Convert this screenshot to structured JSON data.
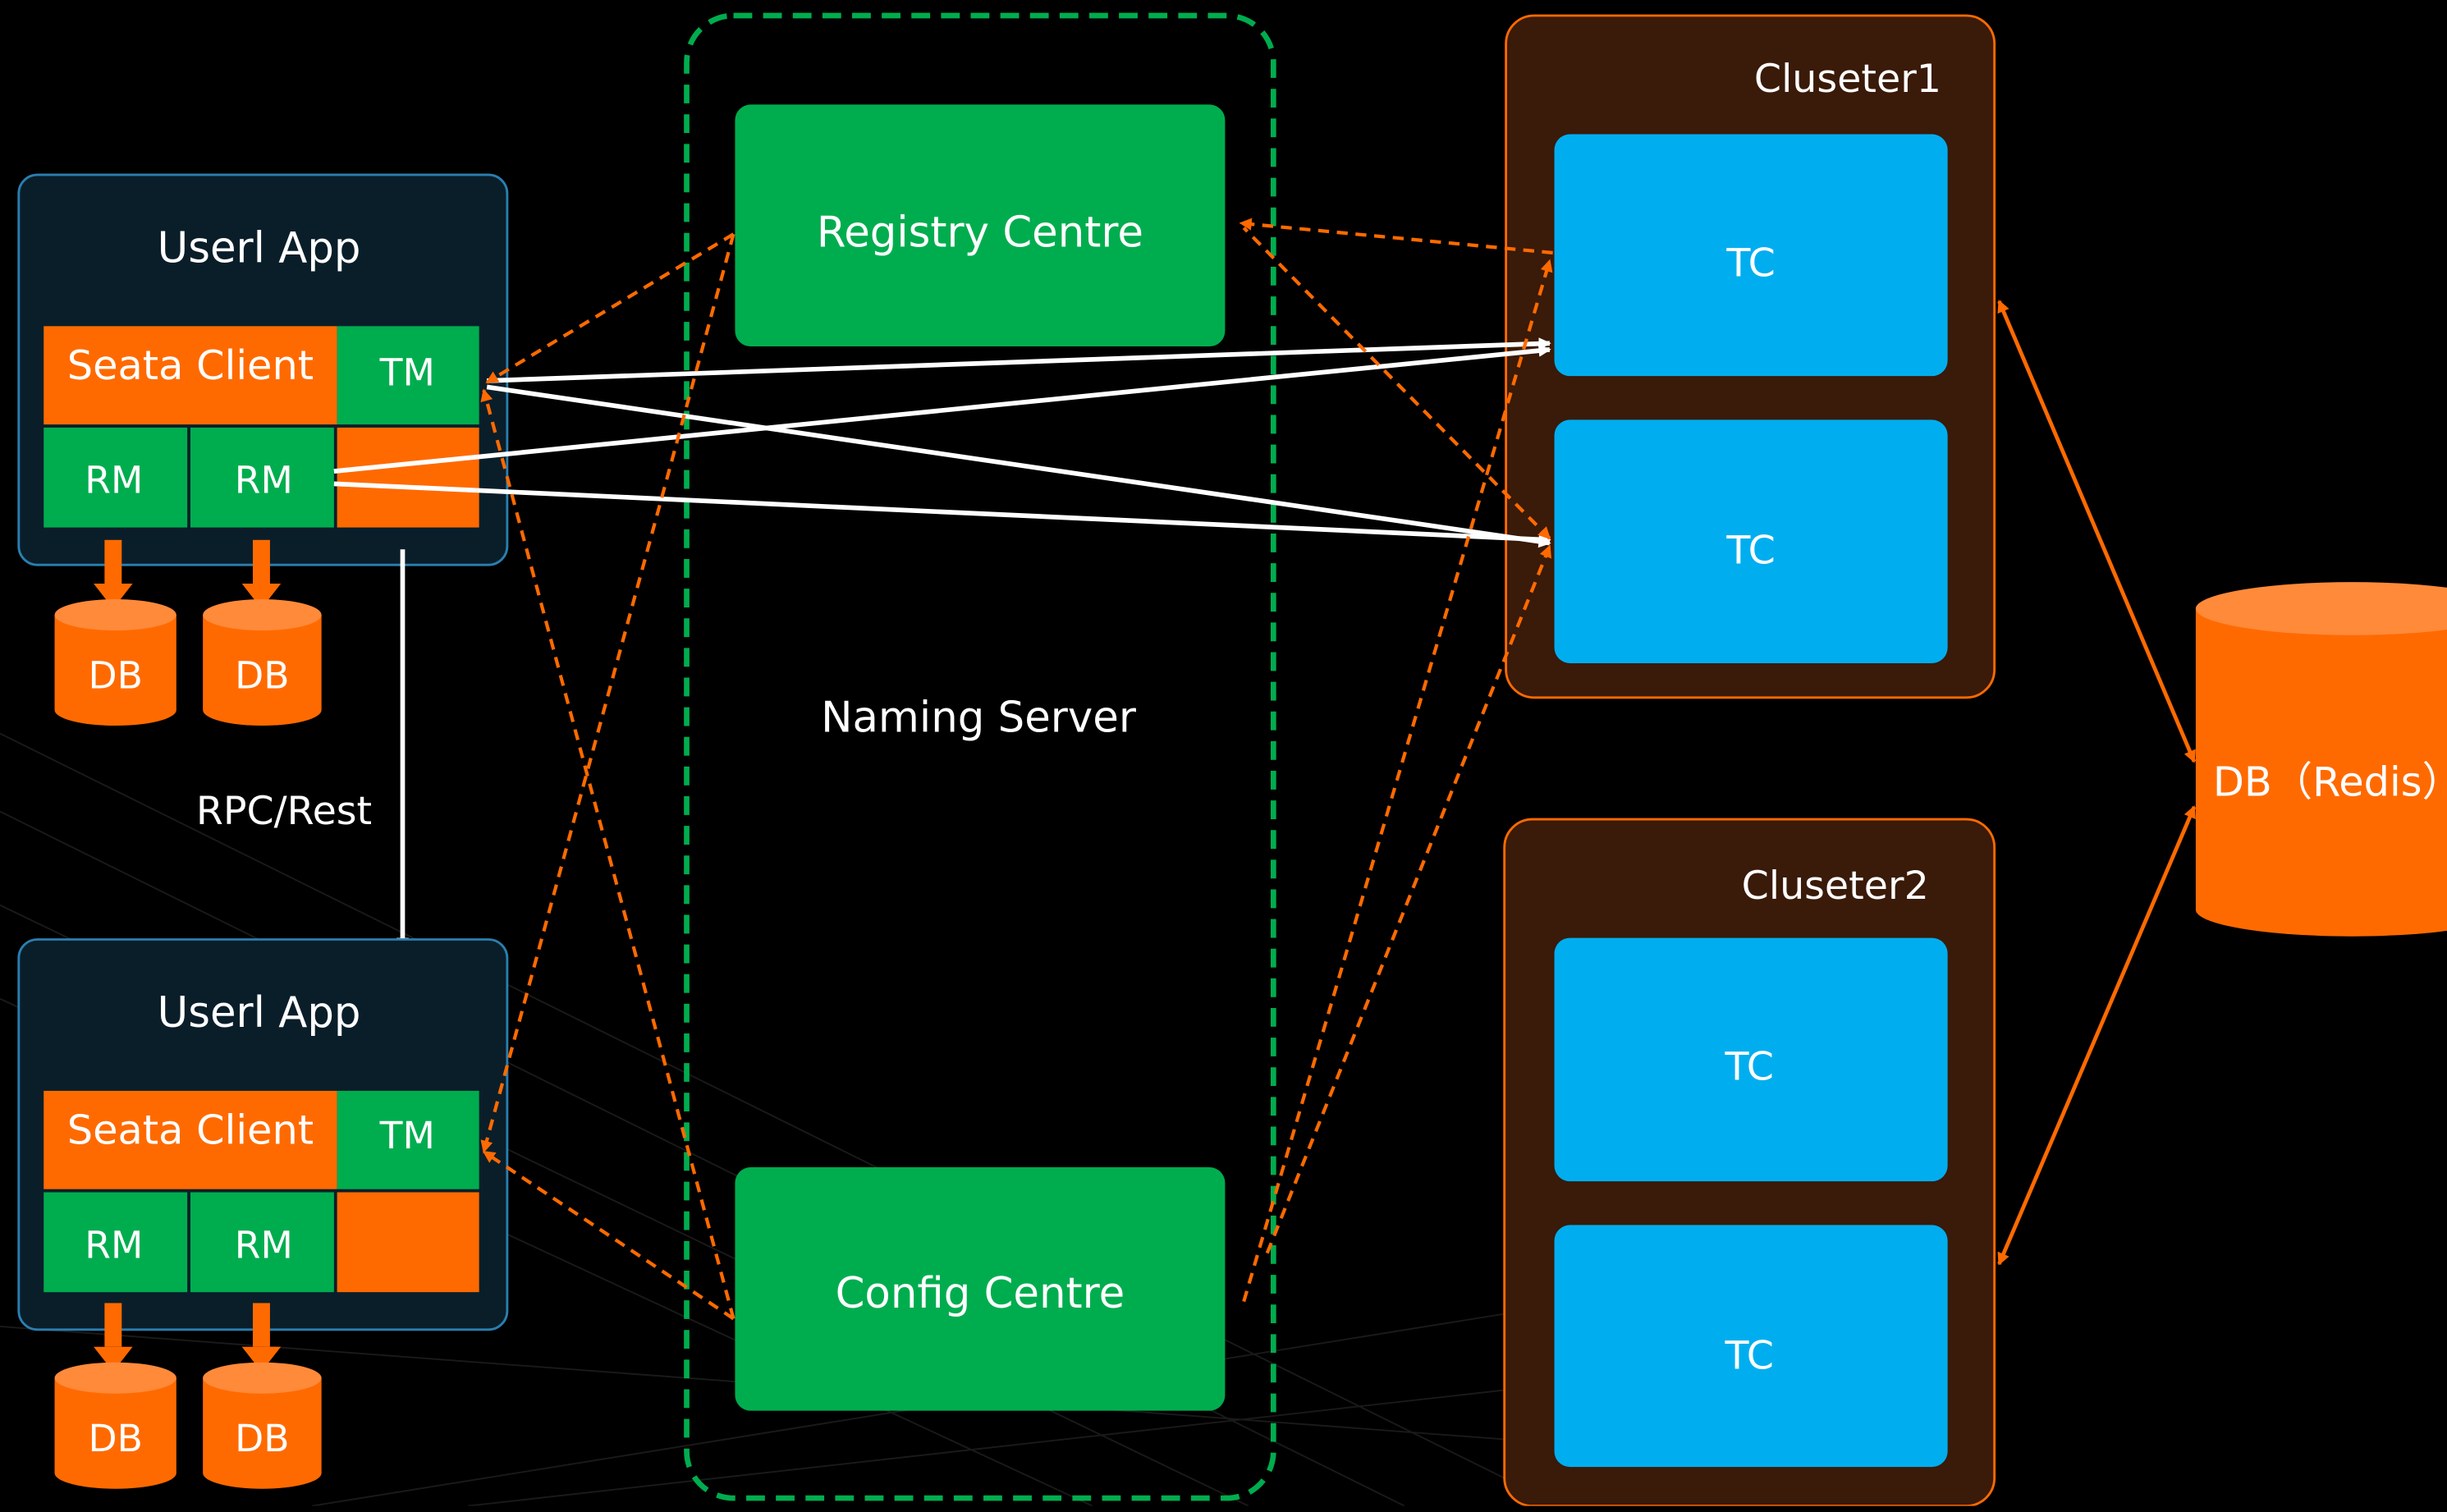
{
  "app1": {
    "title": "Userl App",
    "client_label": "Seata Client",
    "tm_label": "TM",
    "rm1_label": "RM",
    "rm2_label": "RM",
    "db1_label": "DB",
    "db2_label": "DB"
  },
  "app2": {
    "title": "Userl App",
    "client_label": "Seata Client",
    "tm_label": "TM",
    "rm1_label": "RM",
    "rm2_label": "RM",
    "db1_label": "DB",
    "db2_label": "DB"
  },
  "rpc_label": "RPC/Rest",
  "naming": {
    "label": "Naming Server",
    "registry_label": "Registry Centre",
    "config_label": "Config Centre"
  },
  "cluster1": {
    "title": "Cluseter1",
    "tc1_label": "TC",
    "tc2_label": "TC"
  },
  "cluster2": {
    "title": "Cluseter2",
    "tc1_label": "TC",
    "tc2_label": "TC"
  },
  "store_label": "DB（Redis）",
  "colors": {
    "background": "#000000",
    "orange": "#ff6a00",
    "green": "#00ad4e",
    "blue": "#00aeef",
    "app_box": "#0a1e2a",
    "app_border": "#2a7fb0",
    "cluster_box": "#3a1a08"
  }
}
